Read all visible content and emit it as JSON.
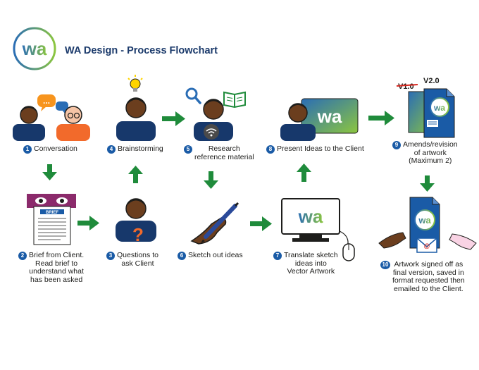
{
  "header": {
    "title": "WA Design - Process Flowchart",
    "logo_text": "wa"
  },
  "colors": {
    "primary_blue": "#1a5ba6",
    "arrow_green": "#1f8b3b",
    "logo_blue": "#2a6db5",
    "logo_green": "#8cc63f",
    "skin_dark": "#6b3e1e",
    "shirt_navy": "#17386b",
    "shirt_orange": "#f26a2b",
    "red": "#d7261e"
  },
  "steps": [
    {
      "number": "1",
      "label": "Conversation",
      "icon": "conversation-icon"
    },
    {
      "number": "2",
      "label": "Brief from Client.\nRead brief to\nunderstand what\nhas been asked",
      "icon": "brief-icon",
      "doc_label": "BRIEF"
    },
    {
      "number": "3",
      "label": "Questions to\nask Client",
      "icon": "question-person-icon",
      "glyph": "?"
    },
    {
      "number": "4",
      "label": "Brainstorming",
      "icon": "lightbulb-person-icon"
    },
    {
      "number": "5",
      "label": "Research\nreference material",
      "icon": "research-icon"
    },
    {
      "number": "6",
      "label": "Sketch out ideas",
      "icon": "sketch-hand-icon"
    },
    {
      "number": "7",
      "label": "Translate sketch\nideas into\nVector Artwork",
      "icon": "computer-icon"
    },
    {
      "number": "8",
      "label": "Present Ideas to the Client",
      "icon": "presentation-icon"
    },
    {
      "number": "9",
      "label": "Amends/revision\nof artwork\n(Maximum 2)",
      "icon": "revision-icon",
      "old_version": "V1.0",
      "new_version": "V2.0"
    },
    {
      "number": "10",
      "label": "Artwork signed off as\nfinal version, saved in\nformat requested then\nemailed to the Client.",
      "icon": "handover-icon"
    }
  ],
  "speech_bubble_text": "..."
}
